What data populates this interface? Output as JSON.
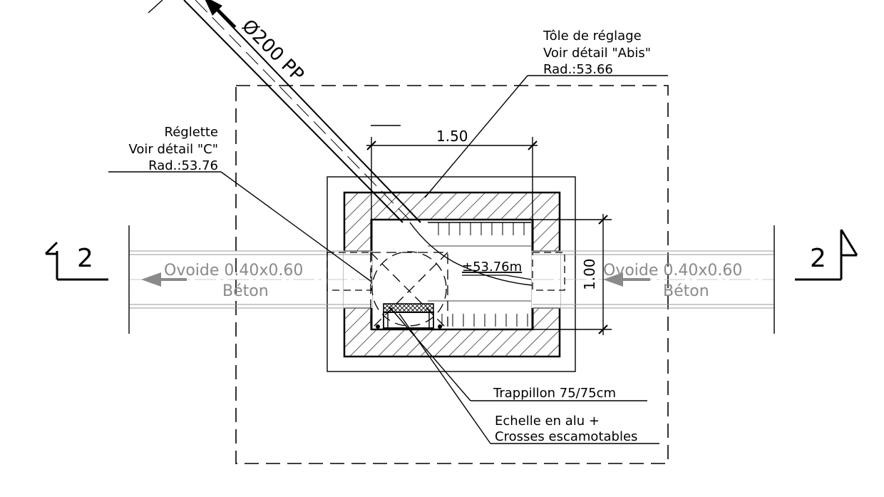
{
  "labels": {
    "pipe_label": "Ø200 PP",
    "tole_line1": "Tôle de réglage",
    "tole_line2": "Voir détail \"Abis\"",
    "tole_rad": "Rad.:53.66",
    "reglette_line1": "Réglette",
    "reglette_line2": "Voir détail \"C\"",
    "reglette_rad": "Rad.:53.76",
    "dim_width": "1.50",
    "dim_height": "1.00",
    "level": "±53.76m",
    "ovoide_left_1": "Ovoide  0.40x0.60",
    "ovoide_left_2": "Béton",
    "ovoide_right_1": "Ovoide  0.40x0.60",
    "ovoide_right_2": "Béton",
    "trappillon": "Trappillon  75/75cm",
    "echelle_line1": "Echelle  en  alu  +",
    "echelle_line2": "Crosses  escamotables",
    "section_left": "2",
    "section_right": "2"
  },
  "colors": {
    "line": "#000000",
    "pipe_text": "#8a8a8a",
    "hatch": "#000000"
  }
}
